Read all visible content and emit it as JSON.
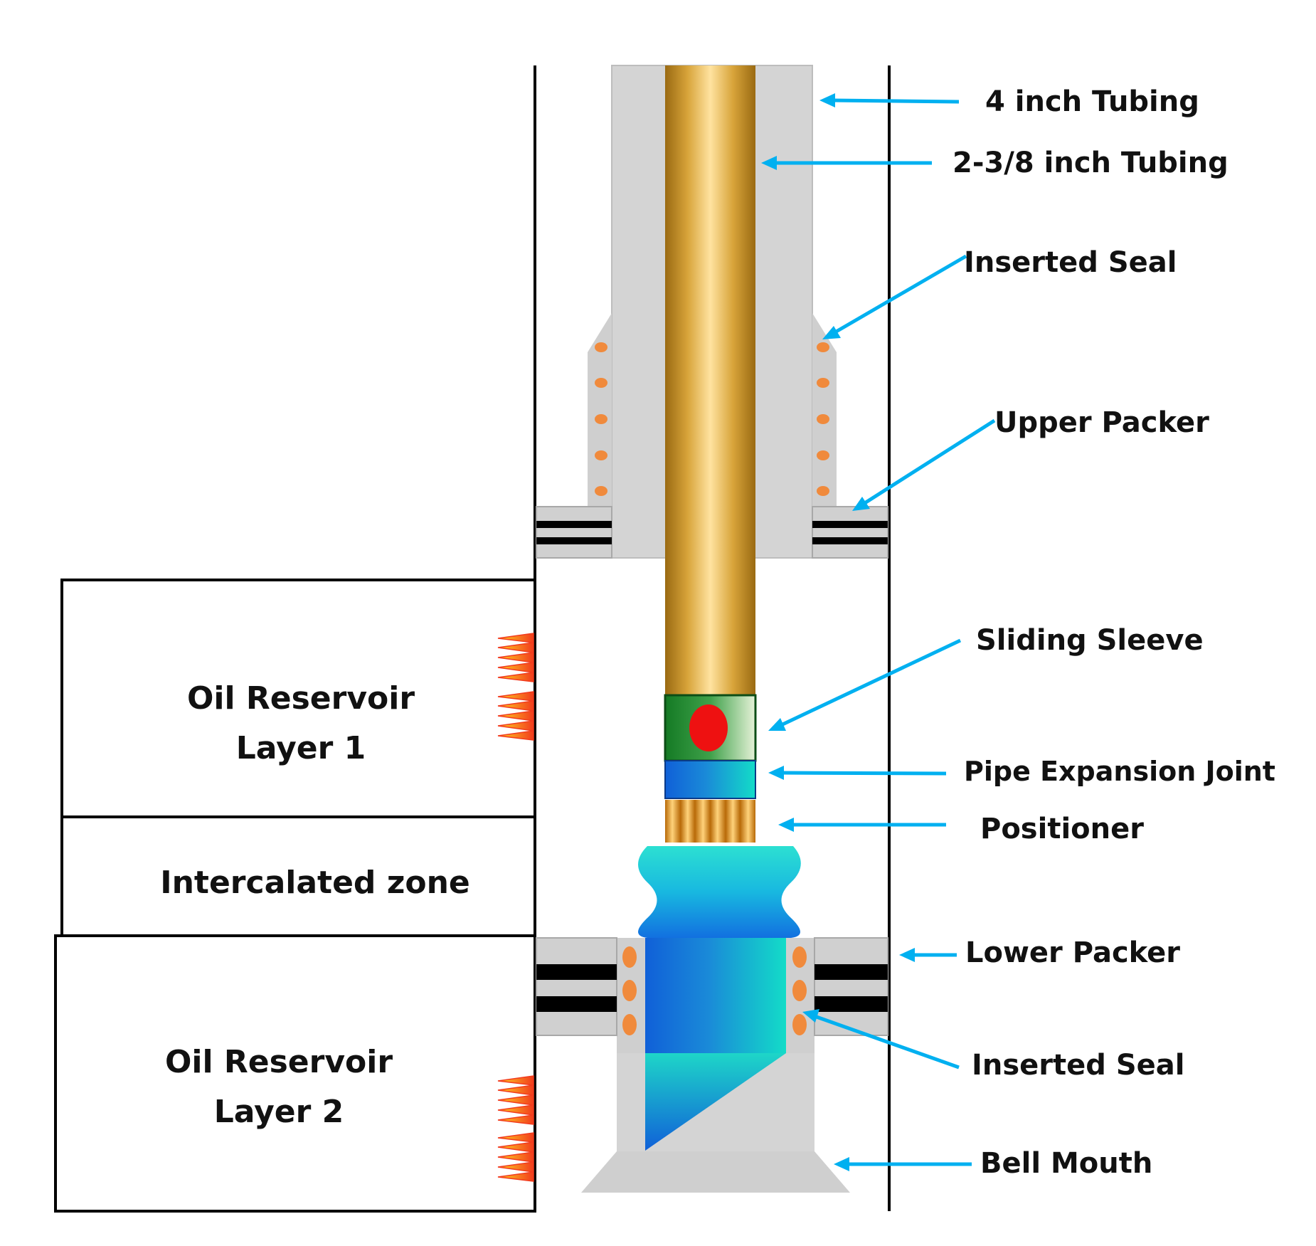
{
  "labels": {
    "tubing_4in": "4 inch Tubing",
    "tubing_238in": "2-3/8 inch Tubing",
    "inserted_seal_upper": "Inserted Seal",
    "upper_packer": "Upper Packer",
    "sliding_sleeve": "Sliding Sleeve",
    "pipe_expansion_joint": "Pipe Expansion Joint",
    "positioner": "Positioner",
    "lower_packer": "Lower Packer",
    "inserted_seal_lower": "Inserted Seal",
    "bell_mouth": "Bell Mouth"
  },
  "zones": {
    "layer1_line1": "Oil Reservoir",
    "layer1_line2": "Layer 1",
    "intercalated": "Intercalated zone",
    "layer2_line1": "Oil Reservoir",
    "layer2_line2": "Layer 2"
  },
  "colors": {
    "arrow": "#00b0f0",
    "tubing_gray": "#d4d4d4",
    "brass": "#d4a017",
    "seal_orange": "#f08a3c",
    "sleeve_green": "#1e8a2e",
    "sleeve_ball": "#ee1111",
    "expansion_blue": "#1a73d9",
    "cyan": "#12d6c6",
    "flame_red": "#f23b1d",
    "flame_yellow": "#ffd21f"
  }
}
